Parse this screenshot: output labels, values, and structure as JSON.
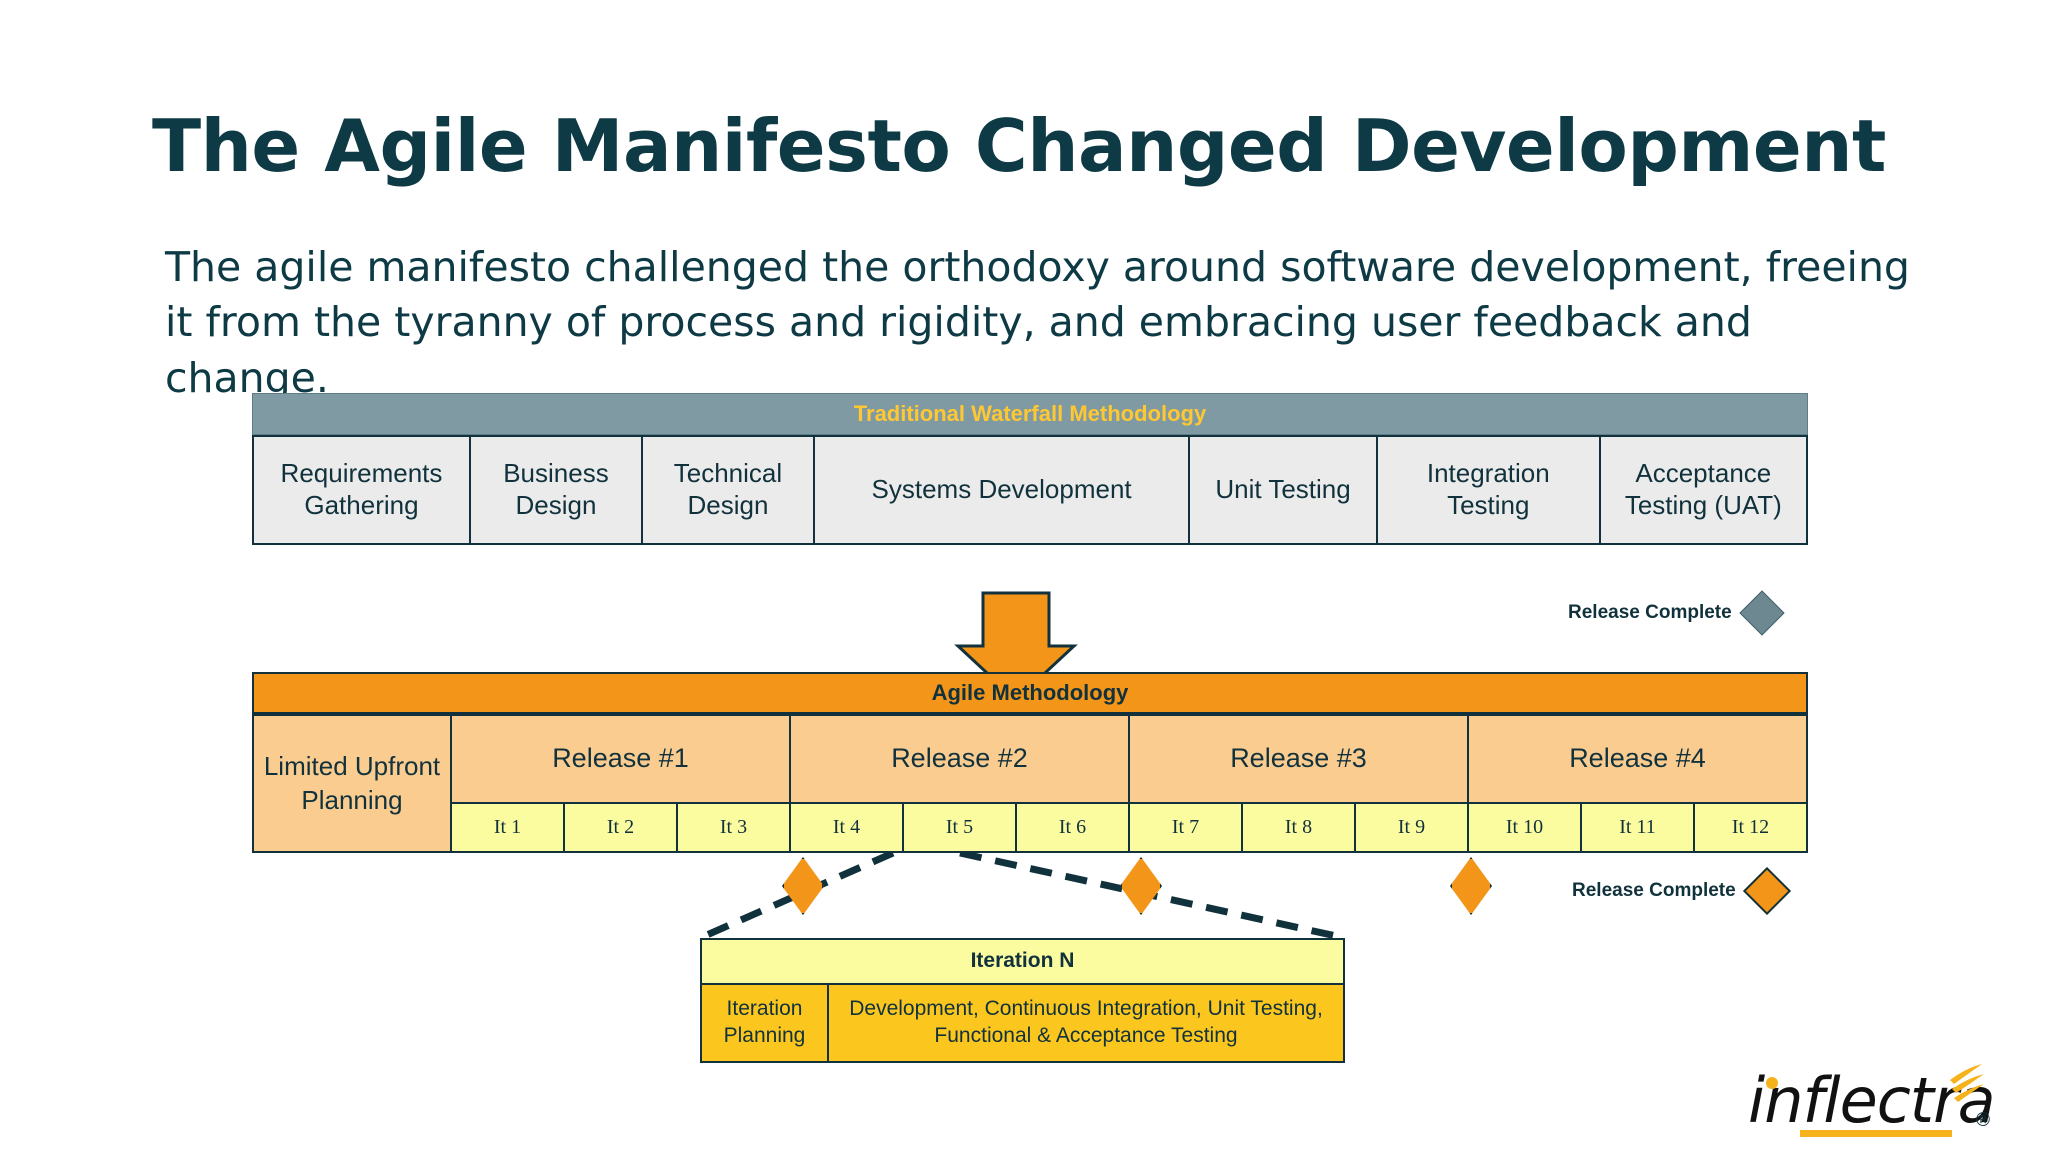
{
  "slide": {
    "title": "The Agile Manifesto Changed Development",
    "subtitle": "The agile manifesto challenged the orthodoxy around software development, freeing it from the tyranny of process and rigidity, and embracing user feedback and change."
  },
  "colors": {
    "ink": "#11323c",
    "title_text": "#0e3a45",
    "waterfall_header_bg": "#7f9aa3",
    "waterfall_header_text": "#ffc832",
    "waterfall_cell_bg": "#ebebeb",
    "agile_header_bg": "#f39519",
    "release_cell_bg": "#fbcc90",
    "iteration_cell_bg": "#fbfba0",
    "iteration_detail_bg": "#fbc61e",
    "milestone_orange": "#f39519",
    "milestone_gray": "#6e8892",
    "logo_accent": "#f5b21a"
  },
  "waterfall": {
    "header": "Traditional Waterfall Methodology",
    "phases": [
      {
        "label": "Requirements Gathering",
        "width": 11.1
      },
      {
        "label": "Business Design",
        "width": 8.8
      },
      {
        "label": "Technical Design",
        "width": 8.8
      },
      {
        "label": "Systems Development",
        "width": 19.2
      },
      {
        "label": "Unit Testing",
        "width": 9.6
      },
      {
        "label": "Integration Testing",
        "width": 11.4
      },
      {
        "label": "Acceptance Testing (UAT)",
        "width": 10.5
      }
    ],
    "milestone": {
      "label": "Release Complete",
      "marker": "diamond-gray"
    }
  },
  "transition": {
    "arrow": "down-arrow-icon",
    "color": "#f39519"
  },
  "agile": {
    "header": "Agile Methodology",
    "upfront_planning": "Limited Upfront Planning",
    "releases": [
      "Release #1",
      "Release #2",
      "Release #3",
      "Release #4"
    ],
    "iterations": [
      "It 1",
      "It 2",
      "It 3",
      "It 4",
      "It 5",
      "It 6",
      "It 7",
      "It 8",
      "It 9",
      "It 10",
      "It 11",
      "It 12"
    ],
    "milestone": {
      "label": "Release Complete",
      "marker": "diamond-orange"
    },
    "release_markers": 3
  },
  "iteration_detail": {
    "header": "Iteration N",
    "planning": "Iteration Planning",
    "activities": "Development, Continuous Integration, Unit Testing, Functional & Acceptance Testing"
  },
  "logo": {
    "word": "inflectra",
    "registered": "®"
  }
}
